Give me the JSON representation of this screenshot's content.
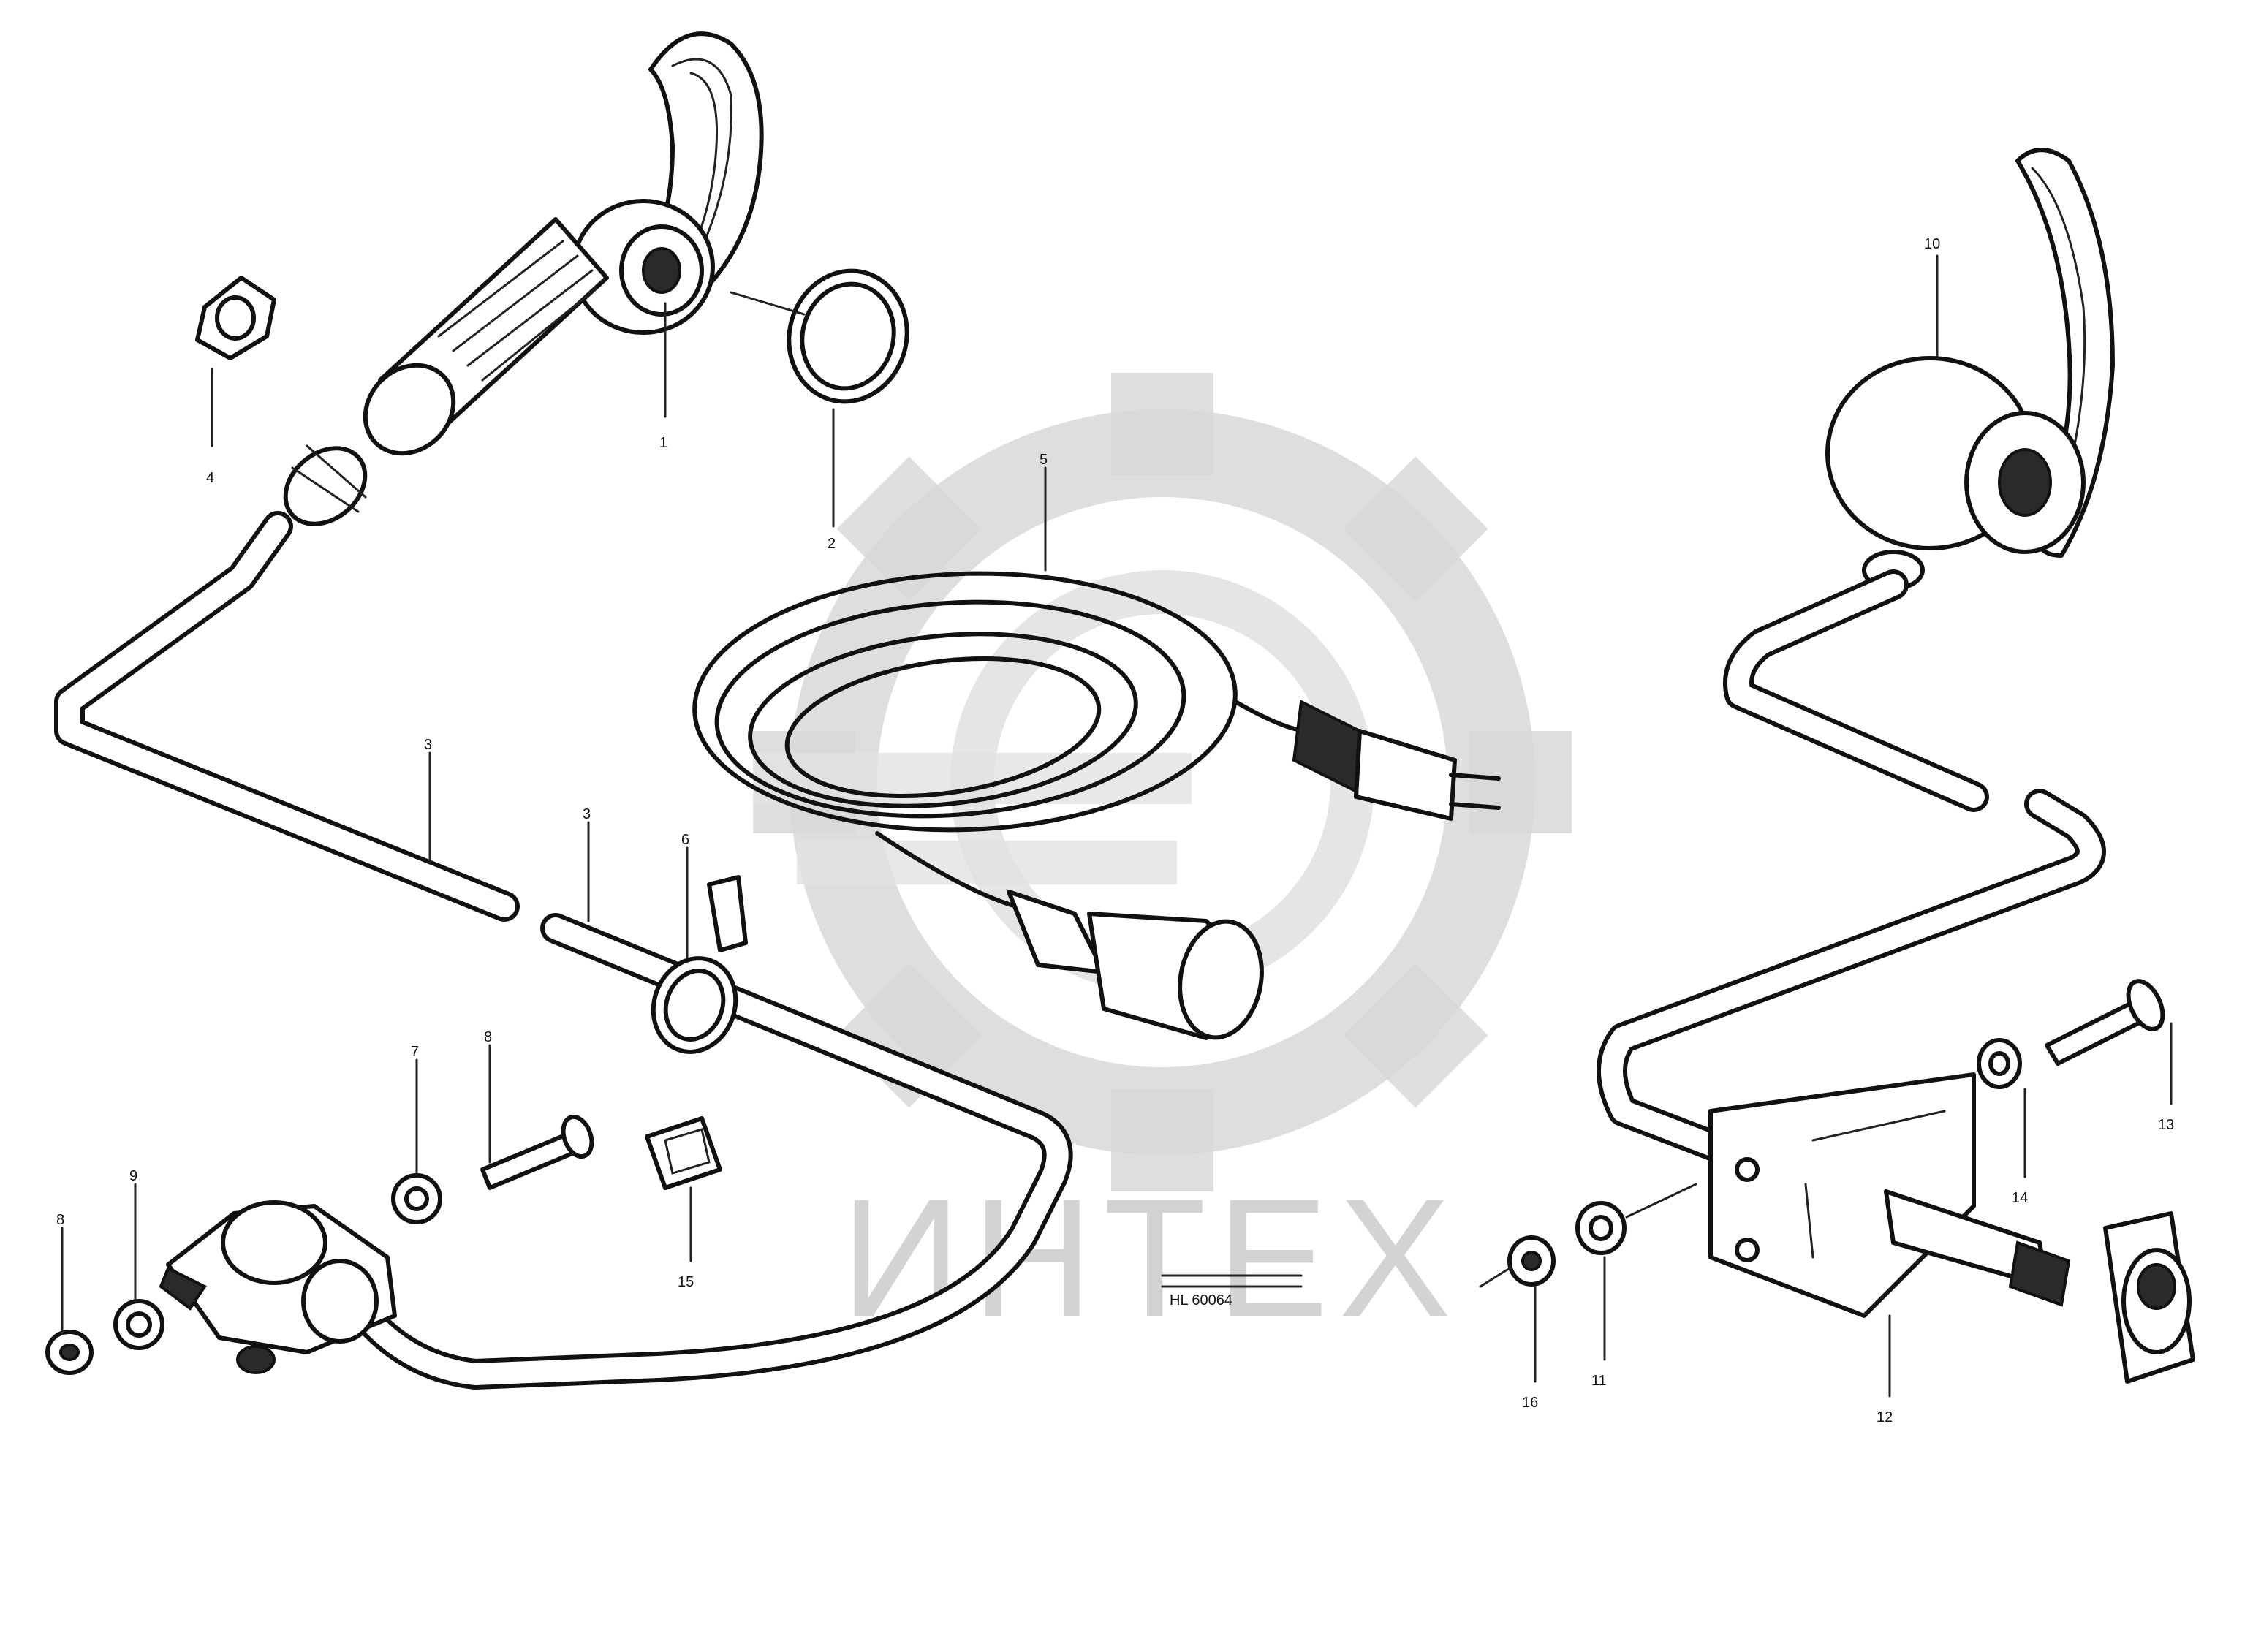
{
  "watermark": {
    "text": "ИНТЕХ",
    "icon": "gear-logo"
  },
  "reference": {
    "code": "HL 60064"
  },
  "callouts": [
    {
      "id": "c1",
      "label": "1"
    },
    {
      "id": "c2",
      "label": "2"
    },
    {
      "id": "c3",
      "label": "3"
    },
    {
      "id": "c4",
      "label": "3"
    },
    {
      "id": "c5",
      "label": "4"
    },
    {
      "id": "c6",
      "label": "5"
    },
    {
      "id": "c7",
      "label": "6"
    },
    {
      "id": "c8",
      "label": "7"
    },
    {
      "id": "c9",
      "label": "8"
    },
    {
      "id": "c10",
      "label": "8"
    },
    {
      "id": "c11",
      "label": "9"
    },
    {
      "id": "c12",
      "label": "10"
    },
    {
      "id": "c13",
      "label": "11"
    },
    {
      "id": "c14",
      "label": "12"
    },
    {
      "id": "c15",
      "label": "13"
    },
    {
      "id": "c16",
      "label": "14"
    },
    {
      "id": "c17",
      "label": "15"
    },
    {
      "id": "c18",
      "label": "16"
    }
  ]
}
